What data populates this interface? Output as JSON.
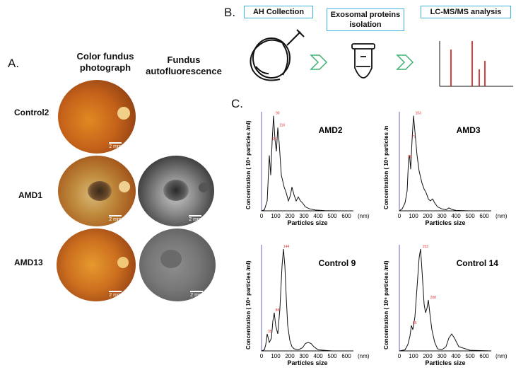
{
  "panel_a": {
    "letter": "A.",
    "col_headers": [
      "Color fundus photograph",
      "Fundus autofluorescence"
    ],
    "rows": [
      {
        "label": "Control2",
        "scale": "2 mm"
      },
      {
        "label": "AMD1",
        "scale": "2 mm",
        "faf_scale": "2 mm"
      },
      {
        "label": "AMD13",
        "scale": "2 mm",
        "faf_scale": "2 mm"
      }
    ]
  },
  "panel_b": {
    "letter": "B.",
    "steps": [
      "AH Collection",
      "Exosomal proteins isolation",
      "LC-MS/MS analysis"
    ]
  },
  "panel_c": {
    "letter": "C.",
    "xlabel": "Particles size",
    "unit": "(nm)",
    "ticks": [
      "0",
      "100",
      "200",
      "300",
      "400",
      "500",
      "600"
    ]
  },
  "chart_data": [
    {
      "type": "line",
      "title": "AMD2",
      "ylabel": "Concentration ( 10⁶ particles /ml)",
      "xlabel": "Particles size",
      "xlim": [
        0,
        650
      ],
      "x": [
        0,
        20,
        40,
        55,
        65,
        75,
        85,
        95,
        105,
        115,
        125,
        140,
        160,
        175,
        190,
        205,
        215,
        230,
        245,
        260,
        275,
        290,
        310,
        340,
        380,
        450,
        550,
        650
      ],
      "y": [
        0,
        0.5,
        5,
        28,
        18,
        35,
        48,
        36,
        30,
        42,
        34,
        18,
        12,
        9,
        5,
        8,
        12,
        8,
        5,
        7,
        5,
        4,
        2,
        1,
        0.4,
        0.1,
        0,
        0
      ],
      "peak_labels": [
        "66",
        "90",
        "116"
      ]
    },
    {
      "type": "line",
      "title": "AMD3",
      "ylabel": "Concentration ( 10⁶ particles /n",
      "xlabel": "Particles size",
      "xlim": [
        0,
        650
      ],
      "x": [
        0,
        20,
        40,
        55,
        65,
        72,
        80,
        90,
        100,
        110,
        125,
        140,
        160,
        175,
        190,
        205,
        220,
        235,
        250,
        270,
        300,
        330,
        350,
        375,
        400,
        500,
        650
      ],
      "y": [
        0,
        1,
        4,
        10,
        26,
        28,
        21,
        36,
        48,
        40,
        28,
        20,
        14,
        11,
        9,
        6,
        5,
        6,
        4,
        2,
        1,
        0.5,
        1.5,
        0.6,
        0.2,
        0,
        0
      ],
      "peak_labels": [
        "98",
        "77",
        "103"
      ]
    },
    {
      "type": "line",
      "title": "Control 9",
      "ylabel": "Concentration ( 10⁶ particles /ml)",
      "xlabel": "Particles size",
      "xlim": [
        0,
        650
      ],
      "x": [
        0,
        20,
        30,
        40,
        55,
        70,
        80,
        90,
        100,
        115,
        130,
        145,
        155,
        165,
        175,
        185,
        200,
        215,
        230,
        260,
        290,
        310,
        330,
        350,
        370,
        400,
        500,
        650
      ],
      "y": [
        0,
        0.5,
        3,
        8,
        4,
        6,
        14,
        18,
        12,
        8,
        20,
        40,
        48,
        40,
        25,
        12,
        5,
        2,
        1,
        0.5,
        1.5,
        3.5,
        4,
        3.5,
        2,
        0.5,
        0,
        0
      ],
      "peak_labels": [
        "35",
        "88",
        "144"
      ]
    },
    {
      "type": "line",
      "title": "Control 14",
      "ylabel": "Concentration ( 10⁶ particles /ml)",
      "xlabel": "Particles size",
      "xlim": [
        0,
        650
      ],
      "x": [
        0,
        40,
        60,
        75,
        85,
        95,
        110,
        125,
        140,
        150,
        160,
        175,
        185,
        195,
        205,
        215,
        230,
        250,
        270,
        300,
        330,
        350,
        370,
        390,
        420,
        500,
        650
      ],
      "y": [
        0,
        0.5,
        3,
        7,
        12,
        10,
        16,
        30,
        44,
        48,
        38,
        22,
        18,
        20,
        24,
        18,
        10,
        4,
        1,
        0.5,
        2,
        6,
        8,
        6,
        2,
        0.3,
        0
      ],
      "peak_labels": [
        "85",
        "153",
        "208"
      ]
    }
  ]
}
